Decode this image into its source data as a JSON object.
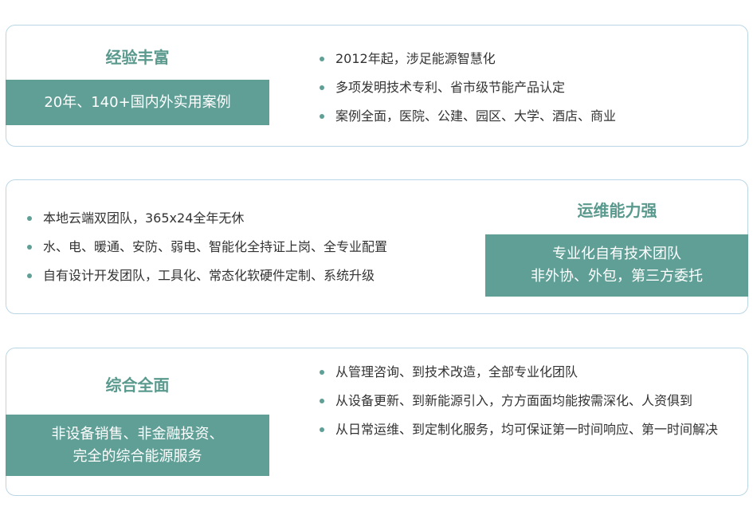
{
  "cards": [
    {
      "title": "经验丰富",
      "highlight": [
        "20年、140+国内外实用案例"
      ],
      "bullets": [
        "2012年起，涉足能源智慧化",
        "多项发明技术专利、省市级节能产品认定",
        "案例全面，医院、公建、园区、大学、酒店、商业"
      ]
    },
    {
      "title": "运维能力强",
      "highlight": [
        "专业化自有技术团队",
        "非外协、外包，第三方委托"
      ],
      "bullets": [
        "本地云端双团队，365x24全年无休",
        "水、电、暖通、安防、弱电、智能化全持证上岗、全专业配置",
        "自有设计开发团队，工具化、常态化软硬件定制、系统升级"
      ]
    },
    {
      "title": "综合全面",
      "highlight": [
        "非设备销售、非金融投资、",
        "完全的综合能源服务"
      ],
      "bullets": [
        "从管理咨询、到技术改造，全部专业化团队",
        "从设备更新、到新能源引入，方方面面均能按需深化、人资俱到",
        "从日常运维、到定制化服务，均可保证第一时间响应、第一时间解决"
      ]
    }
  ]
}
